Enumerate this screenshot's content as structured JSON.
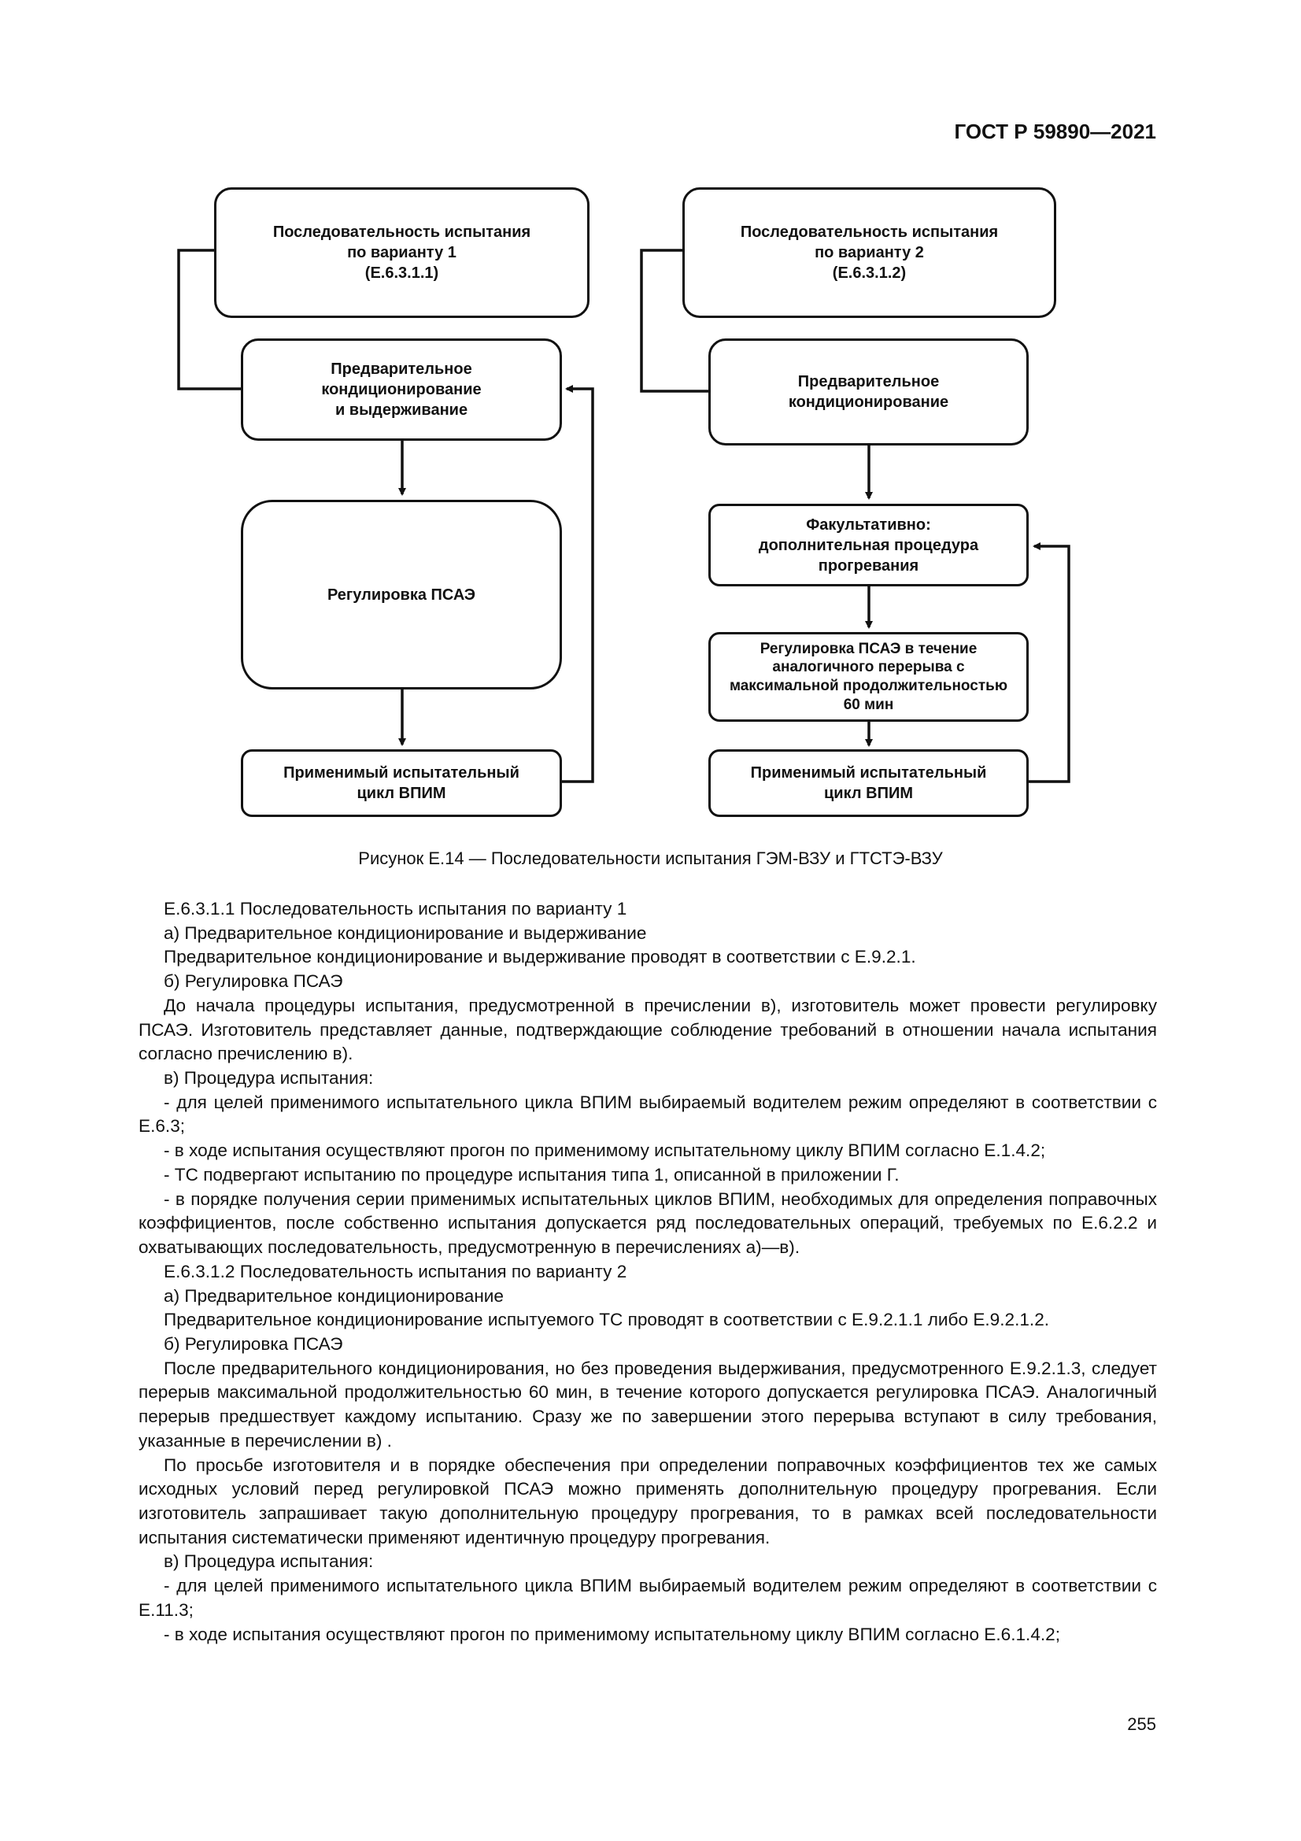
{
  "header": {
    "doc_code": "ГОСТ Р 59890—2021"
  },
  "diagram": {
    "left": {
      "start": [
        "Последовательность испытания",
        "по варианту 1",
        "(Е.6.3.1.1)"
      ],
      "precond": [
        "Предварительное",
        "кондиционирование",
        "и выдерживание"
      ],
      "adjust": [
        "Регулировка ПСАЭ"
      ],
      "cycle": [
        "Применимый испытательный",
        "цикл ВПИМ"
      ]
    },
    "right": {
      "start": [
        "Последовательность испытания",
        "по варианту 2",
        "(Е.6.3.1.2)"
      ],
      "precond": [
        "Предварительное",
        "кондиционирование"
      ],
      "warmup": [
        "Факультативно:",
        "дополнительная процедура",
        "прогревания"
      ],
      "adjust": [
        "Регулировка ПСАЭ в течение",
        "аналогичного перерыва с",
        "максимальной продолжительностью",
        "60 мин"
      ],
      "cycle": [
        "Применимый испытательный",
        "цикл ВПИМ"
      ]
    }
  },
  "caption": "Рисунок Е.14 — Последовательности испытания ГЭМ-ВЗУ и ГТСТЭ-ВЗУ",
  "paragraphs": [
    "Е.6.3.1.1 Последовательность испытания по варианту 1",
    "а) Предварительное кондиционирование и выдерживание",
    "Предварительное кондиционирование и выдерживание проводят в соответствии с Е.9.2.1.",
    "б) Регулировка ПСАЭ",
    "До начала процедуры испытания, предусмотренной в пречислении в), изготовитель может провести регулировку ПСАЭ. Изготовитель представляет данные, подтверждающие соблюдение требований в отношении начала испытания согласно пречислению в).",
    "в) Процедура испытания:",
    "- для целей применимого испытательного цикла ВПИМ выбираемый водителем режим определяют в соответствии с Е.6.3;",
    "- в ходе испытания осуществляют прогон по применимому испытательному циклу ВПИМ согласно Е.1.4.2;",
    "- ТС подвергают испытанию по процедуре испытания типа 1, описанной в приложении Г.",
    "- в порядке получения серии применимых испытательных циклов ВПИМ, необходимых для определения поправочных коэффициентов, после собственно испытания допускается ряд последовательных операций, требуемых по Е.6.2.2 и охватывающих последовательность, предусмотренную в перечислениях а)—в).",
    "Е.6.3.1.2 Последовательность испытания по варианту 2",
    "а) Предварительное кондиционирование",
    "Предварительное кондиционирование испытуемого ТС проводят в соответствии с Е.9.2.1.1 либо Е.9.2.1.2.",
    "б) Регулировка ПСАЭ",
    "После предварительного кондиционирования, но без проведения выдерживания, предусмотренного Е.9.2.1.3, следует перерыв максимальной продолжительностью 60 мин, в течение которого допускается регулировка ПСАЭ. Аналогичный перерыв предшествует каждому испытанию. Сразу же по завершении этого перерыва вступают в силу требования, указанные в перечислении в) .",
    "По просьбе изготовителя и в порядке обеспечения при определении поправочных коэффициентов тех же самых исходных условий перед регулировкой ПСАЭ можно применять дополнительную процедуру прогревания. Если изготовитель запрашивает такую дополнительную процедуру прогревания, то в рамках всей последовательности испытания систематически применяют идентичную процедуру прогревания.",
    "в) Процедура испытания:",
    "- для целей применимого испытательного цикла ВПИМ выбираемый водителем режим определяют в соответствии с Е.11.3;",
    "- в ходе испытания осуществляют прогон по применимому испытательному циклу ВПИМ согласно Е.6.1.4.2;"
  ],
  "page_number": "255"
}
